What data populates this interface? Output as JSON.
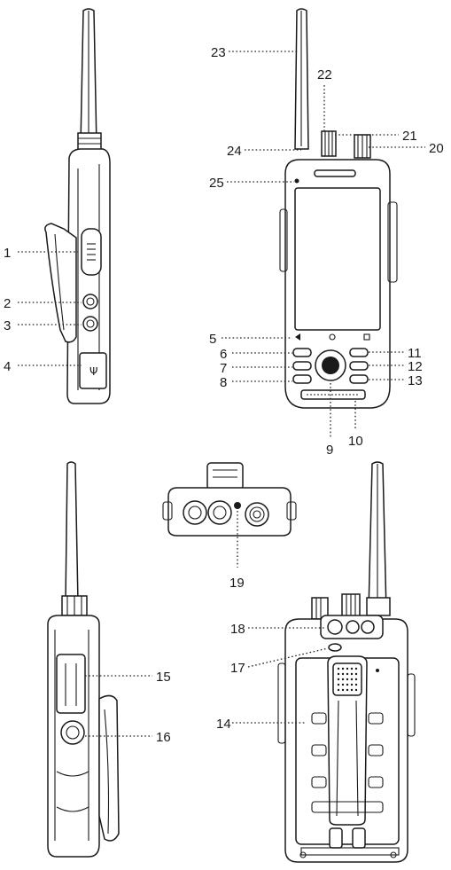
{
  "figure": {
    "background": "#ffffff",
    "line_color": "#1a1a1a",
    "views": [
      "side-view-left",
      "front-view",
      "top-view",
      "side-view-right",
      "back-view"
    ],
    "callouts": [
      {
        "id": "c1",
        "label": "1"
      },
      {
        "id": "c2",
        "label": "2"
      },
      {
        "id": "c3",
        "label": "3"
      },
      {
        "id": "c4",
        "label": "4"
      },
      {
        "id": "c5",
        "label": "5"
      },
      {
        "id": "c6",
        "label": "6"
      },
      {
        "id": "c7",
        "label": "7"
      },
      {
        "id": "c8",
        "label": "8"
      },
      {
        "id": "c9",
        "label": "9"
      },
      {
        "id": "c10",
        "label": "10"
      },
      {
        "id": "c11",
        "label": "11"
      },
      {
        "id": "c12",
        "label": "12"
      },
      {
        "id": "c13",
        "label": "13"
      },
      {
        "id": "c14",
        "label": "14"
      },
      {
        "id": "c15",
        "label": "15"
      },
      {
        "id": "c16",
        "label": "16"
      },
      {
        "id": "c17",
        "label": "17"
      },
      {
        "id": "c18",
        "label": "18"
      },
      {
        "id": "c19",
        "label": "19"
      },
      {
        "id": "c20",
        "label": "20"
      },
      {
        "id": "c21",
        "label": "21"
      },
      {
        "id": "c22",
        "label": "22"
      },
      {
        "id": "c23",
        "label": "23"
      },
      {
        "id": "c24",
        "label": "24"
      },
      {
        "id": "c25",
        "label": "25"
      }
    ]
  }
}
